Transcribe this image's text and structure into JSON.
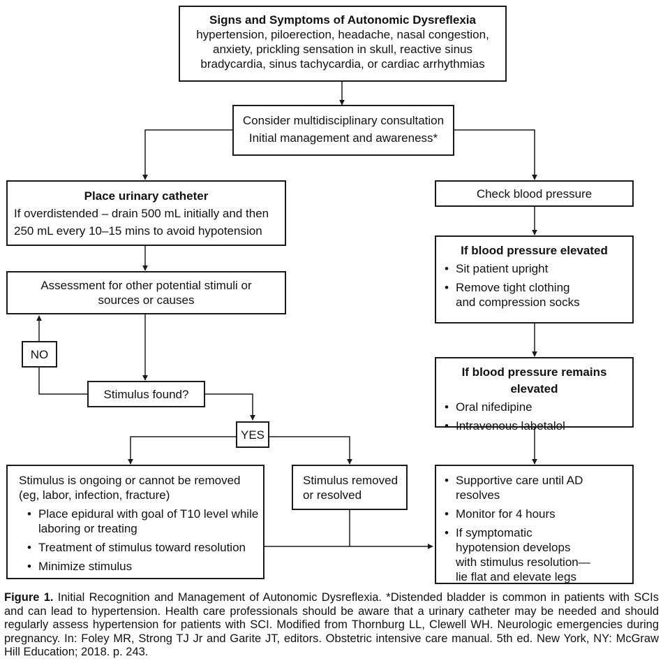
{
  "signs": {
    "title": "Signs and Symptoms of Autonomic Dysreflexia",
    "lines": [
      "hypertension, piloerection, headache, nasal congestion,",
      "anxiety, prickling sensation in skull, reactive sinus",
      "bradycardia, sinus tachycardia, or cardiac arrhythmias"
    ]
  },
  "consult": {
    "line1": "Consider multidisciplinary consultation",
    "line2": "Initial management and awareness*"
  },
  "catheter": {
    "title": "Place urinary catheter",
    "lines": [
      "If overdistended – drain 500 mL initially and then",
      "250 mL every 10–15 mins to avoid hypotension"
    ]
  },
  "check_bp": {
    "label": "Check blood pressure"
  },
  "assessment": {
    "lines": [
      "Assessment for other potential stimuli or",
      "sources or causes"
    ]
  },
  "bp_elevated": {
    "title": "If blood pressure elevated",
    "items": [
      "Sit patient upright",
      "Remove tight clothing\nand compression socks"
    ]
  },
  "no_label": "NO",
  "stimulus_found": "Stimulus found?",
  "yes_label": "YES",
  "bp_remains": {
    "title": "If blood pressure remains elevated",
    "items": [
      "Oral nifedipine",
      "Intravenous labetalol"
    ]
  },
  "ongoing": {
    "lines": [
      "Stimulus is ongoing or cannot be removed",
      "(eg, labor, infection, fracture)"
    ],
    "items": [
      "Place epidural with goal of T10 level while\nlaboring or treating",
      "Treatment of stimulus toward resolution",
      "Minimize stimulus"
    ]
  },
  "removed": {
    "lines": [
      "Stimulus removed",
      "or resolved"
    ]
  },
  "supportive": {
    "items": [
      "Supportive care until AD resolves",
      "Monitor for 4 hours",
      "If symptomatic\nhypotension develops\nwith stimulus resolution—\nlie flat and elevate legs"
    ]
  },
  "caption": {
    "label": "Figure 1.",
    "text": "Initial Recognition and Management of Autonomic Dysreflexia. *Distended bladder is common in patients with SCIs and can lead to hypertension. Health care professionals should be aware that a urinary catheter may be needed and should regularly assess hypertension for patients with SCI. Modified from Thornburg LL, Clewell WH. Neurologic emergencies during pregnancy. In: Foley MR, Strong TJ Jr and Garite JT, editors. Obstetric intensive care manual. 5th ed. New York, NY: McGraw Hill Education; 2018. p. 243."
  }
}
